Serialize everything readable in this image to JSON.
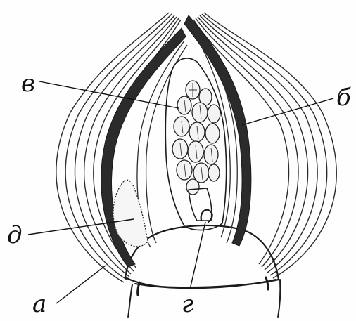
{
  "labels": {
    "a": "а",
    "b": "б",
    "v": "в",
    "g": "г",
    "d": "д"
  }
}
